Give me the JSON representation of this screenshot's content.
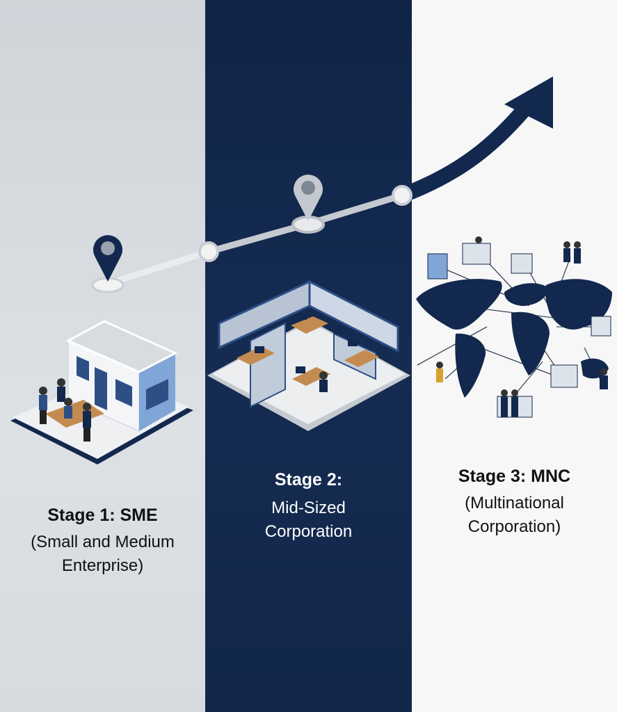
{
  "stages": [
    {
      "title": "Stage 1: SME",
      "subtitle_line1": "(Small and Medium",
      "subtitle_line2": "Enterprise)"
    },
    {
      "title": "Stage 2:",
      "subtitle_line1": "Mid-Sized",
      "subtitle_line2": "Corporation"
    },
    {
      "title": "Stage 3: MNC",
      "subtitle_line1": "(Multinational",
      "subtitle_line2": "Corporation)"
    }
  ],
  "colors": {
    "navy": "#13284e",
    "light_gray": "#d6dbe0",
    "white": "#f7f7f7",
    "accent_blue": "#3b6fb0"
  },
  "icons": [
    "location-pin-icon",
    "growth-arrow-icon",
    "office-building-icon",
    "office-cubicles-icon",
    "world-map-icon"
  ]
}
